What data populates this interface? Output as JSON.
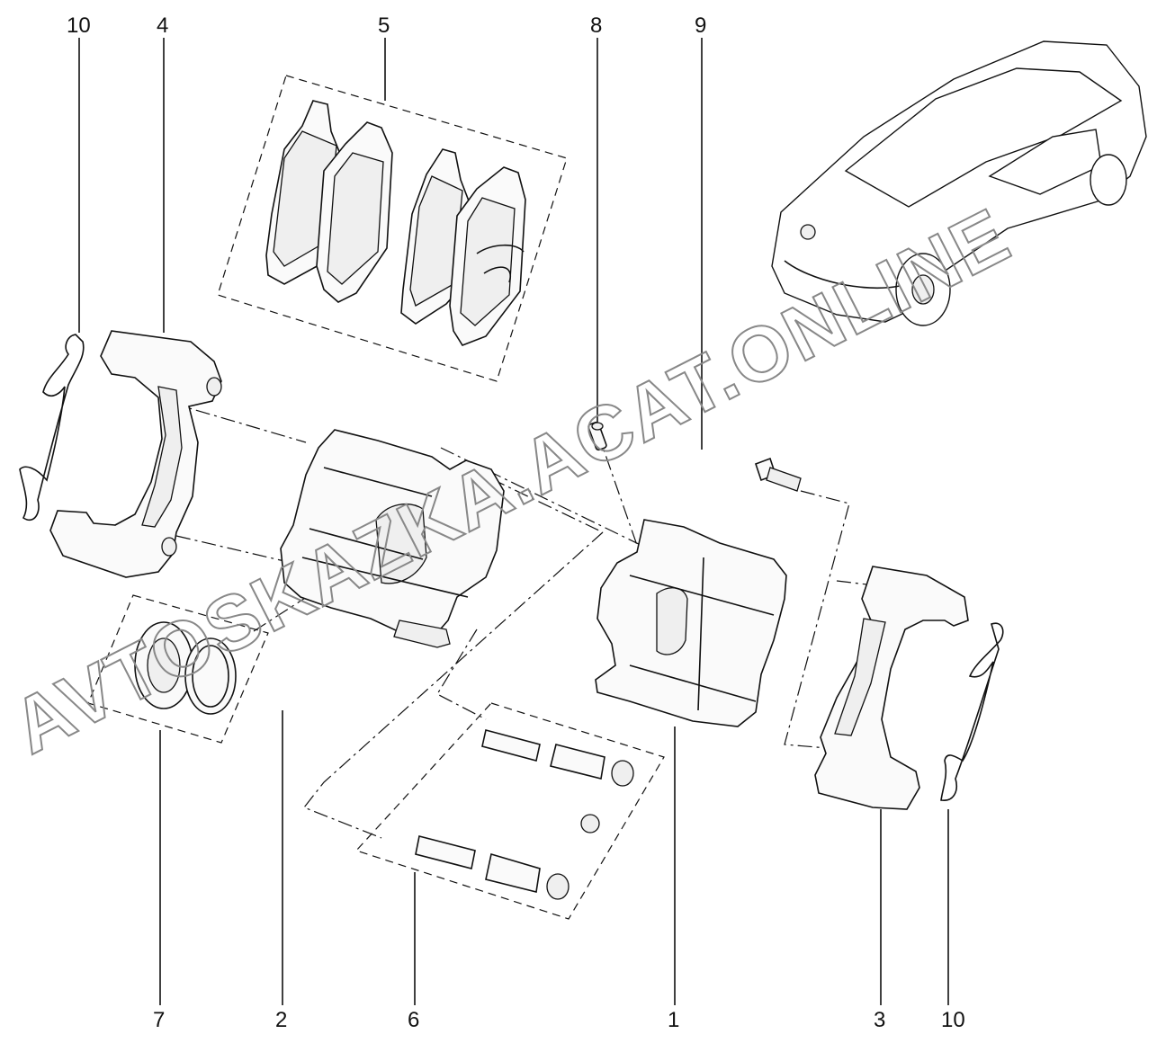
{
  "callouts": {
    "c1": "1",
    "c2": "2",
    "c3": "3",
    "c4": "4",
    "c5": "5",
    "c6": "6",
    "c7": "7",
    "c8": "8",
    "c9": "9",
    "c10_left": "10",
    "c10_right": "10"
  },
  "watermark": "AVTOSKAZKA.ACAT.ONLINE"
}
